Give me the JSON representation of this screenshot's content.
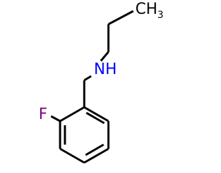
{
  "molecule": {
    "atoms": {
      "ch3": {
        "main": "CH",
        "sub": "3"
      },
      "nh": "NH",
      "f": "F"
    },
    "colors": {
      "bond": "#000000",
      "nitrogen": "#0000ff",
      "fluorine": "#800080",
      "carbon": "#000000"
    }
  }
}
